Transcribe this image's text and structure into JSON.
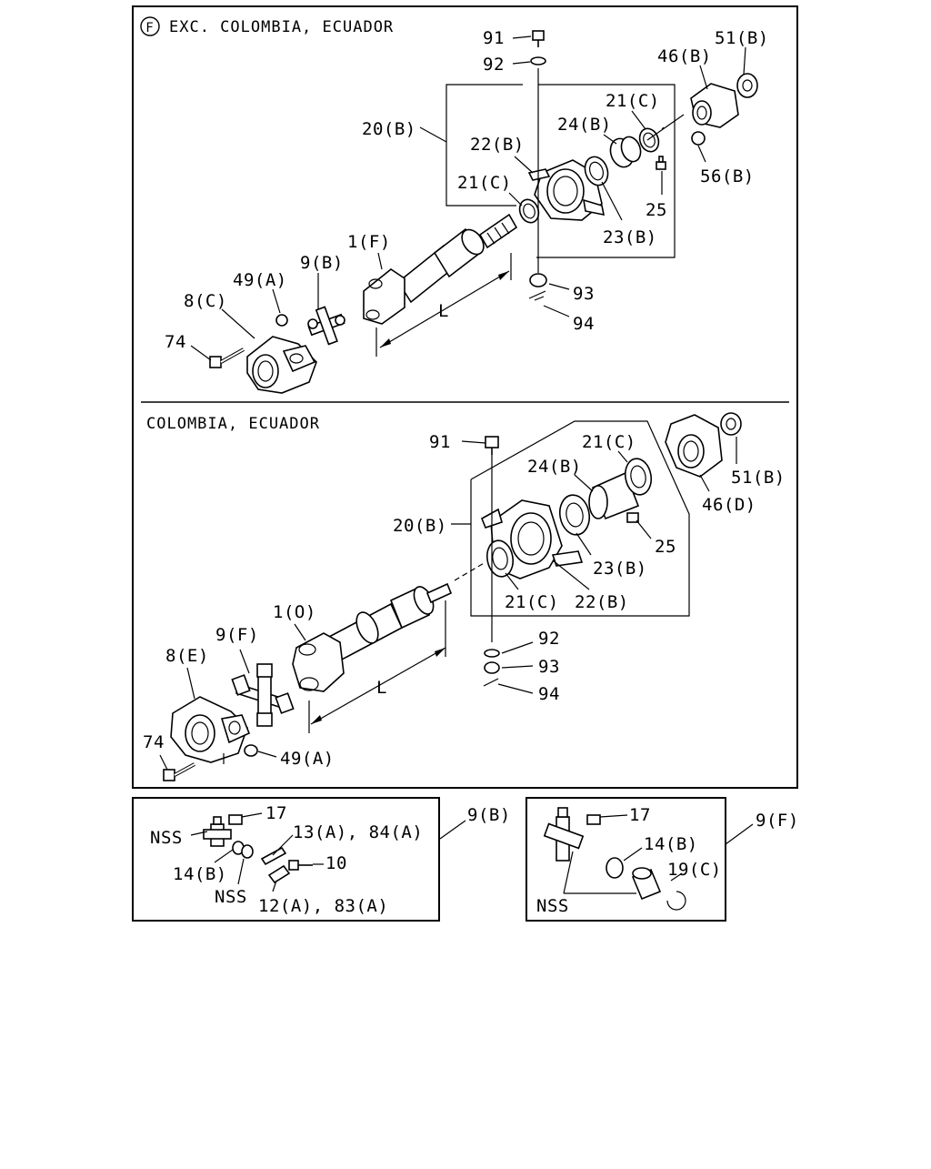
{
  "panels": {
    "top": {
      "badge": "F",
      "title": "EXC. COLOMBIA, ECUADOR",
      "labels": {
        "p91": "91",
        "p92": "92",
        "p51b": "51(B)",
        "p46b": "46(B)",
        "p21c_a": "21(C)",
        "p24b": "24(B)",
        "p20b": "20(B)",
        "p22b": "22(B)",
        "p21c_b": "21(C)",
        "p56b": "56(B)",
        "p25": "25",
        "p23b": "23(B)",
        "p1f": "1(F)",
        "p9b": "9(B)",
        "p49a": "49(A)",
        "p8c": "8(C)",
        "p74": "74",
        "p93": "93",
        "p94": "94",
        "dimL": "L"
      }
    },
    "bottom": {
      "title": "COLOMBIA, ECUADOR",
      "labels": {
        "p91": "91",
        "p21c_a": "21(C)",
        "p24b": "24(B)",
        "p51b": "51(B)",
        "p46d": "46(D)",
        "p20b": "20(B)",
        "p25": "25",
        "p23b": "23(B)",
        "p21c_b": "21(C)",
        "p22b": "22(B)",
        "p1o": "1(O)",
        "p9f": "9(F)",
        "p8e": "8(E)",
        "p92": "92",
        "p93": "93",
        "p94": "94",
        "p74": "74",
        "p49a": "49(A)",
        "dimL": "L"
      }
    },
    "detail_left": {
      "callout": "9(B)",
      "labels": {
        "p17": "17",
        "nss_a": "NSS",
        "p13": "13(A), 84(A)",
        "p10": "10",
        "p14b": "14(B)",
        "nss_b": "NSS",
        "p12": "12(A), 83(A)"
      }
    },
    "detail_right": {
      "callout": "9(F)",
      "labels": {
        "p17": "17",
        "p14b": "14(B)",
        "p19c": "19(C)",
        "nss": "NSS"
      }
    }
  }
}
